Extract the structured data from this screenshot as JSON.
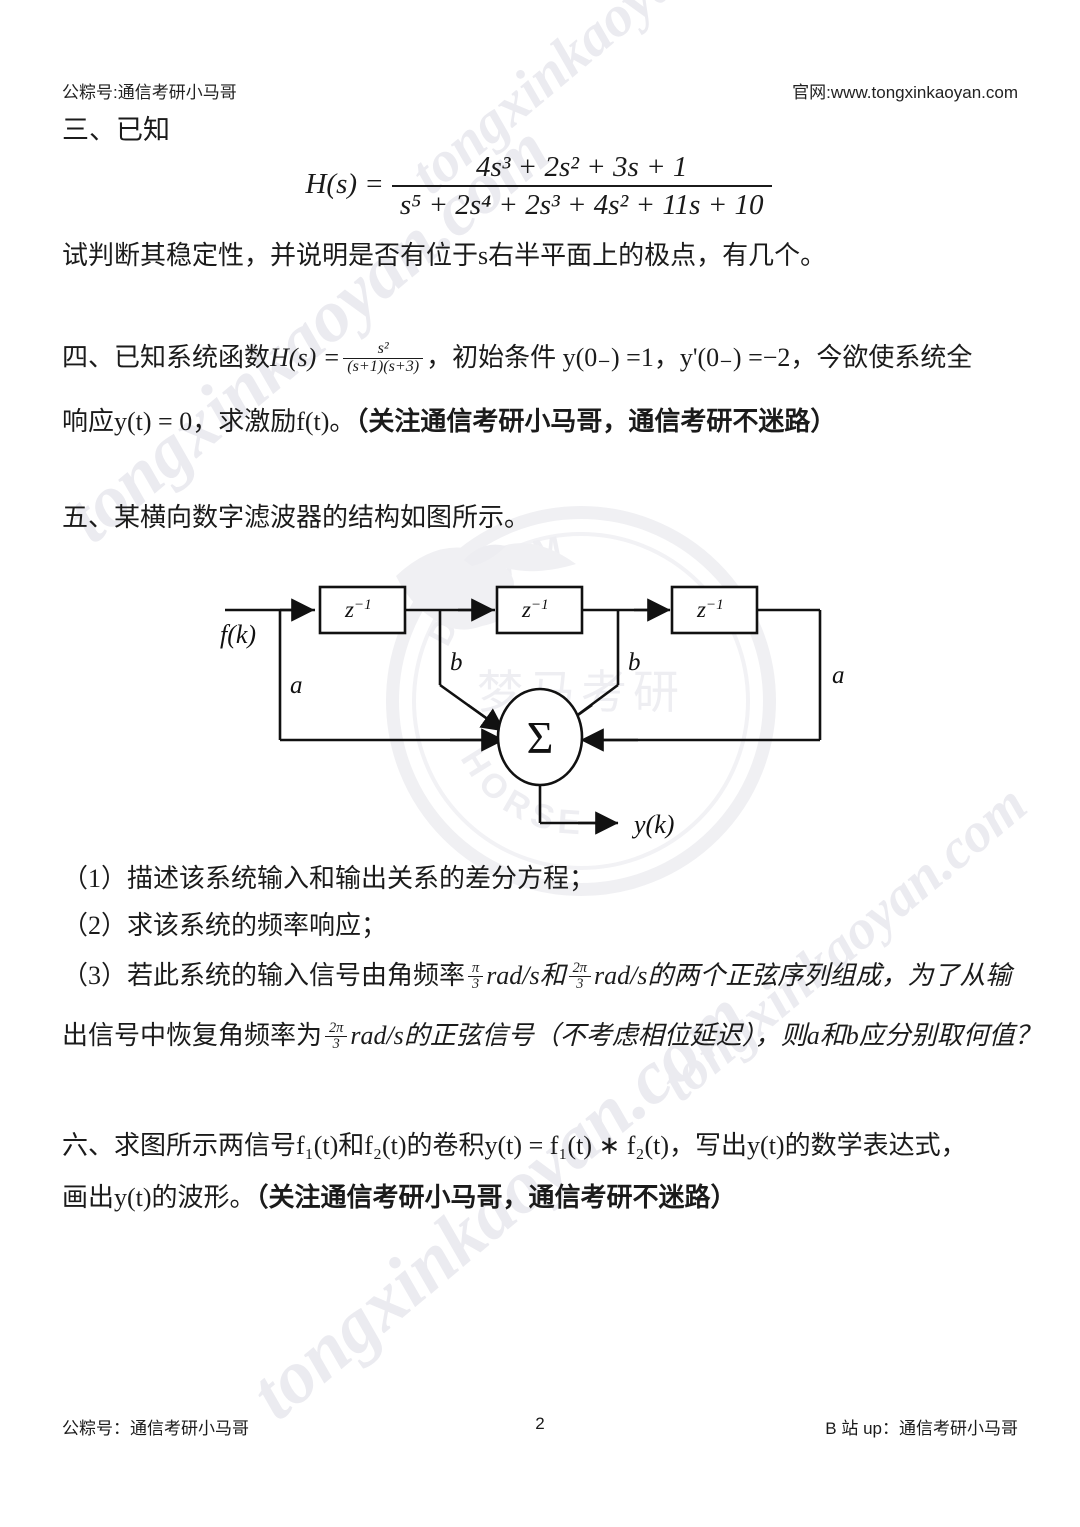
{
  "header": {
    "left": "公粽号:通信考研小马哥",
    "right": "官网:www.tongxinkaoyan.com"
  },
  "watermark": {
    "text": "tongxinkaoyan.com",
    "seal_cn": "梦马考研",
    "seal_arc_top": "DREAM",
    "seal_arc_bottom": "HORSE",
    "color": "#ebebf0"
  },
  "sections": {
    "three": {
      "heading": "三、已知",
      "equation": {
        "lhs": "H(s) =",
        "numerator": "4s³ + 2s² + 3s + 1",
        "denominator": "s⁵ + 2s⁴ + 2s³ + 4s² + 11s + 10"
      },
      "prompt": "试判断其稳定性，并说明是否有位于s右半平面上的极点，有几个。"
    },
    "four": {
      "line1_a": "四、已知系统函数",
      "line1_h": "H(s) =",
      "line1_frac_num": "s²",
      "line1_frac_den": "(s+1)(s+3)",
      "line1_b": "，初始条件 y(0₋) =1，y'(0₋) =−2，今欲使系统全",
      "line2_a": "响应y(t) = 0，求激励f(t)。",
      "line2_bold": "（关注通信考研小马哥，通信考研不迷路）"
    },
    "five": {
      "heading": "五、某横向数字滤波器的结构如图所示。",
      "items": [
        "（1）描述该系统输入和输出关系的差分方程；",
        "（2）求该系统的频率响应；"
      ],
      "item3_line1_a": "（3）若此系统的输入信号由角频率",
      "item3_line1_f1_num": "π",
      "item3_line1_f1_den": "3",
      "item3_line1_b": "rad/s和",
      "item3_line1_f2_num": "2π",
      "item3_line1_f2_den": "3",
      "item3_line1_c": "rad/s的两个正弦序列组成，为了从输",
      "item3_line2_a": "出信号中恢复角频率为",
      "item3_line2_f_num": "2π",
      "item3_line2_f_den": "3",
      "item3_line2_b": "rad/s的正弦信号（不考虑相位延迟），则a和b应分别取何值？"
    },
    "six": {
      "line1": "六、求图所示两信号f₁(t)和f₂(t)的卷积y(t) = f₁(t) ∗ f₂(t)，写出y(t)的数学表达式，",
      "line2_a": "画出y(t)的波形。",
      "line2_bold": "（关注通信考研小马哥，通信考研不迷路）"
    }
  },
  "diagram": {
    "input_label": "f(k)",
    "output_label": "y(k)",
    "delay_label": "z⁻¹",
    "sum_label": "Σ",
    "gain_a": "a",
    "gain_b": "b",
    "blocks": [
      {
        "name": "delay-1",
        "label": "z⁻¹"
      },
      {
        "name": "delay-2",
        "label": "z⁻¹"
      },
      {
        "name": "delay-3",
        "label": "z⁻¹"
      }
    ],
    "branch_labels": [
      "a",
      "b",
      "b",
      "a"
    ]
  },
  "footer": {
    "left": "公粽号：通信考研小马哥",
    "page": "2",
    "right": "B 站 up：通信考研小马哥"
  }
}
